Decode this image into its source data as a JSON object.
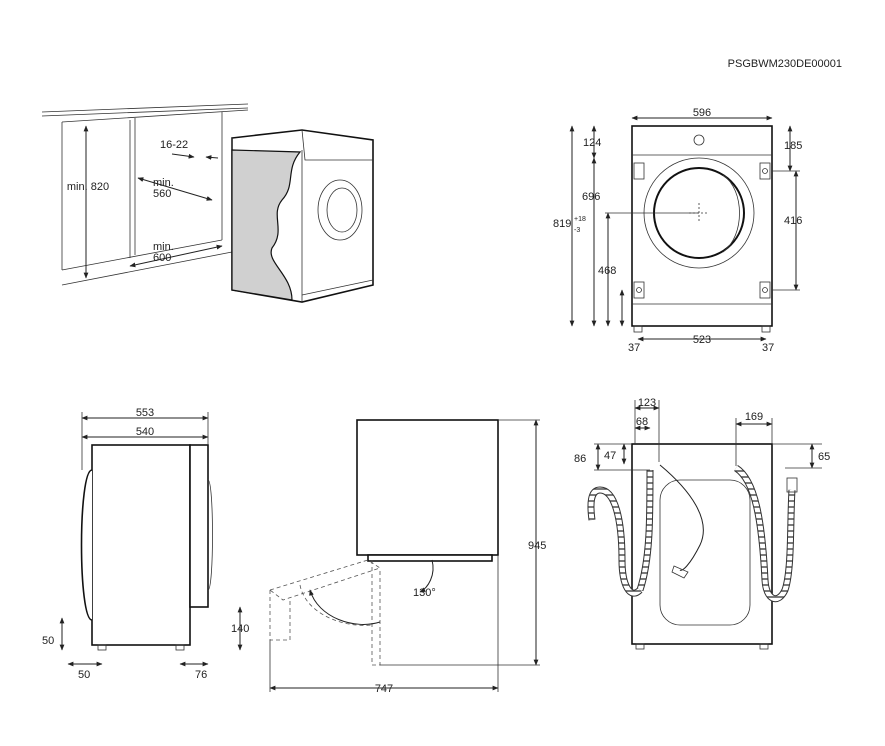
{
  "product_code": "PSGBWM230DE00001",
  "niche_view": {
    "depth_range": "16-22",
    "min_height_label": "min. 820",
    "min_width_top": "min.",
    "min_width_value": "560",
    "min_depth_top": "min.",
    "min_depth_value": "600"
  },
  "front_view": {
    "width": "596",
    "top_to_fixing": "124",
    "right_top": "185",
    "drum_center_height": "696",
    "total_height_main": "819",
    "total_height_sup": "+18",
    "total_height_sub": "-3",
    "fixing_spacing": "416",
    "lower_fixing_height": "468",
    "foot_left": "37",
    "foot_spacing": "523",
    "foot_right": "37"
  },
  "side_view": {
    "depth_total": "553",
    "depth_body": "540",
    "left_foot_height": "50",
    "foot_offset": "50",
    "plinth_height": "140",
    "plinth_depth": "76"
  },
  "door_view": {
    "door_angle": "130°",
    "height": "945",
    "depth_door_open": "747"
  },
  "rear_view": {
    "drain_offset": "123",
    "inlet_offset": "68",
    "left_height": "86",
    "inlet_height": "47",
    "right_hose_offset": "169",
    "right_height": "65"
  }
}
